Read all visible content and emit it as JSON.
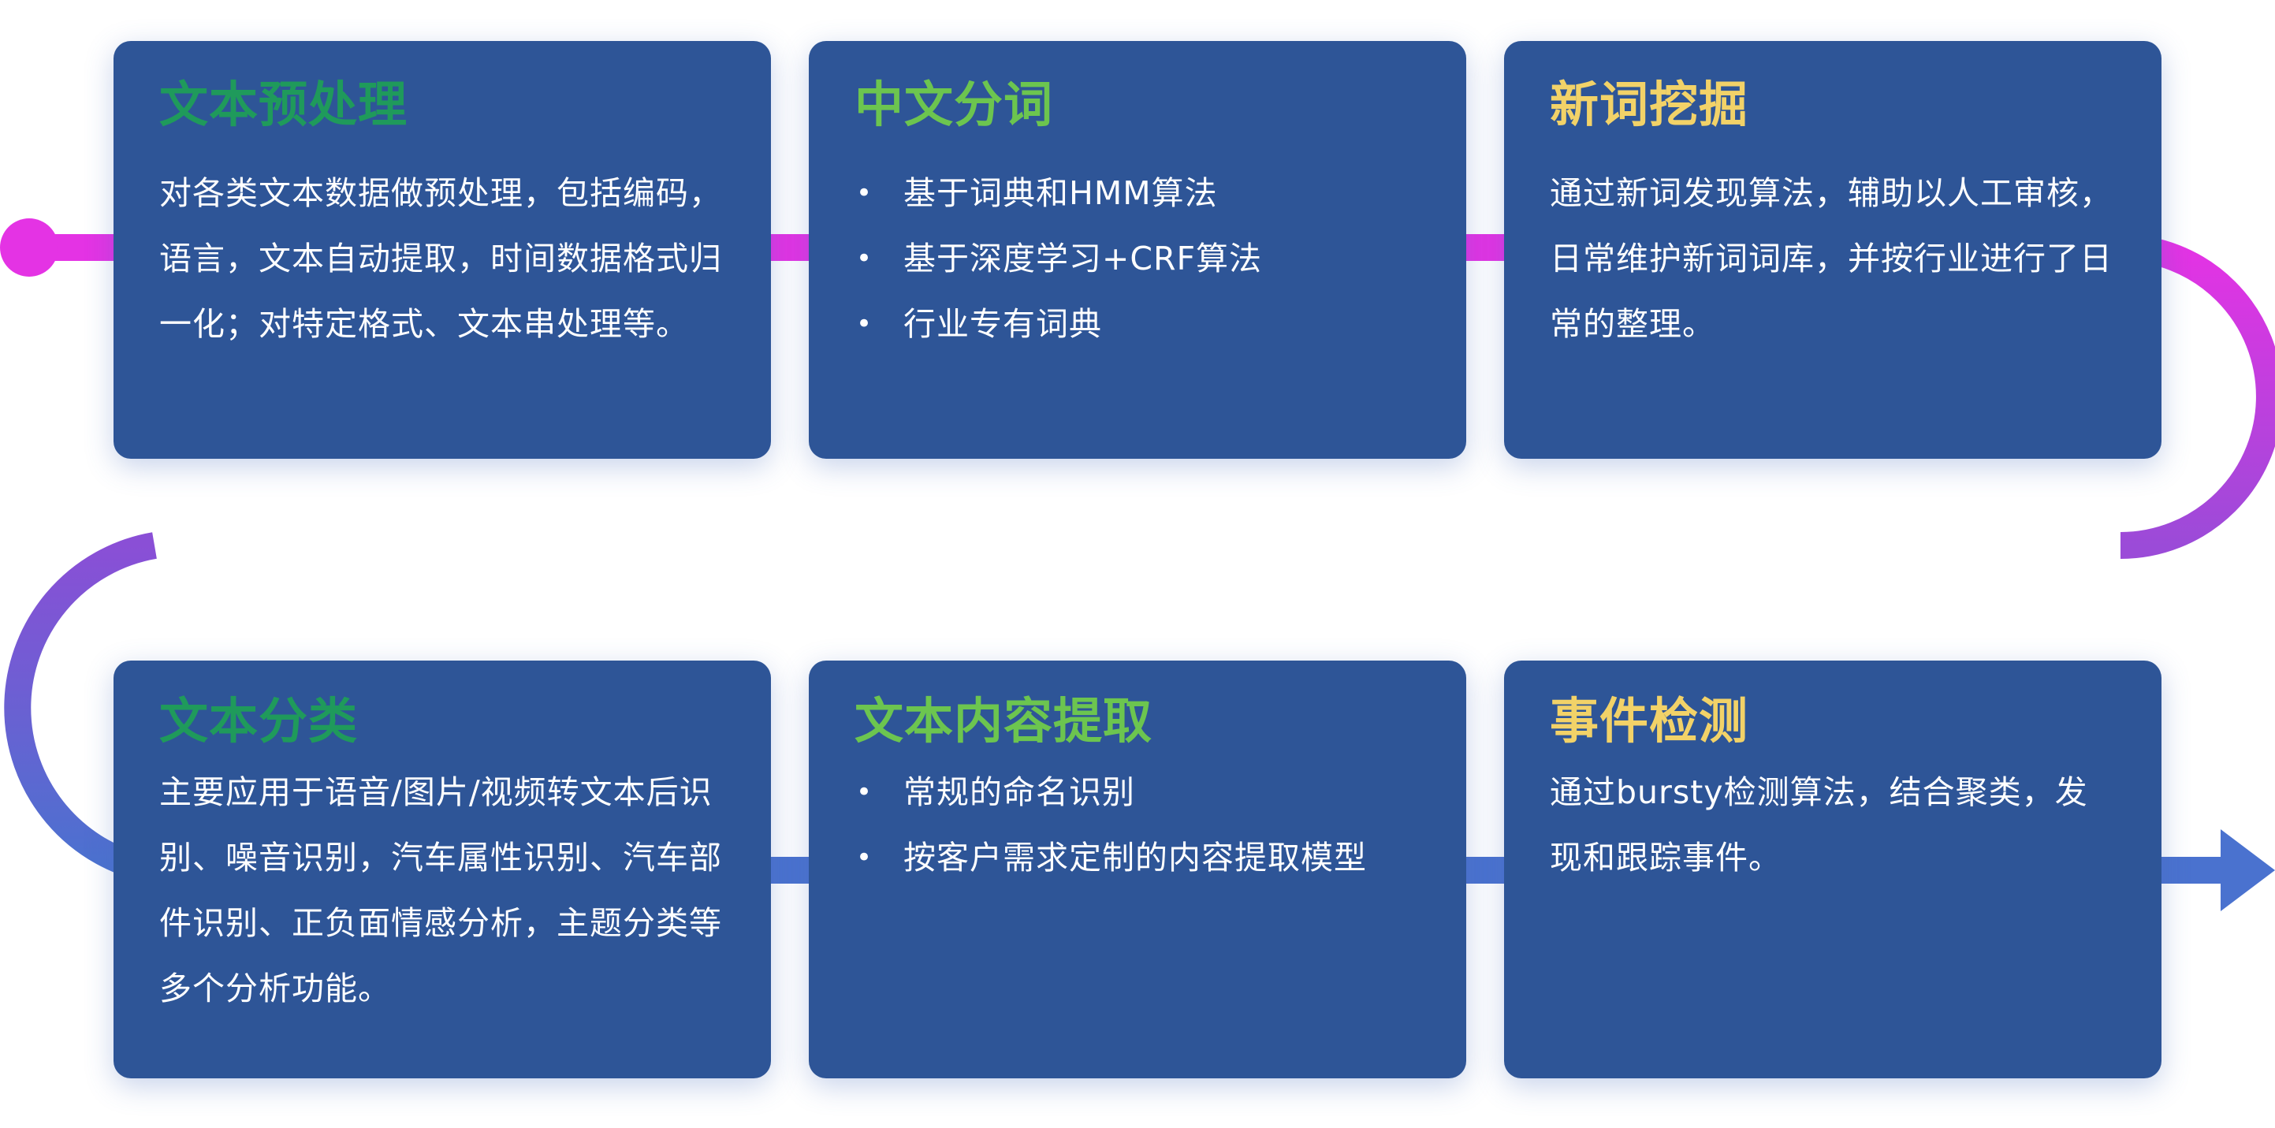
{
  "colors": {
    "card_background": "#2e5597",
    "title_dark_green": "#1f9a5b",
    "title_light_green": "#6cc54f",
    "title_yellow": "#f2d268",
    "connector_magenta": "#e433e4",
    "connector_purple": "#8a4fd6",
    "connector_blue": "#4a72cf",
    "body_text": "#ffffff"
  },
  "cards": [
    {
      "title": "文本预处理",
      "body": "对各类文本数据做预处理，包括编码，语言，文本自动提取，时间数据格式归一化；对特定格式、文本串处理等。"
    },
    {
      "title": "中文分词",
      "items": [
        "基于词典和HMM算法",
        "基于深度学习+CRF算法",
        "行业专有词典"
      ]
    },
    {
      "title": "新词挖掘",
      "body": "通过新词发现算法，辅助以人工审核，日常维护新词词库，并按行业进行了日常的整理。"
    },
    {
      "title": "文本分类",
      "body": "主要应用于语音/图片/视频转文本后识别、噪音识别，汽车属性识别、汽车部件识别、正负面情感分析，主题分类等多个分析功能。"
    },
    {
      "title": "文本内容提取",
      "items": [
        "常规的命名识别",
        "按客户需求定制的内容提取模型"
      ]
    },
    {
      "title": "事件检测",
      "body": "通过bursty检测算法，结合聚类，发现和跟踪事件。"
    }
  ],
  "connector": {
    "start_marker": "circle",
    "end_marker": "arrow"
  }
}
